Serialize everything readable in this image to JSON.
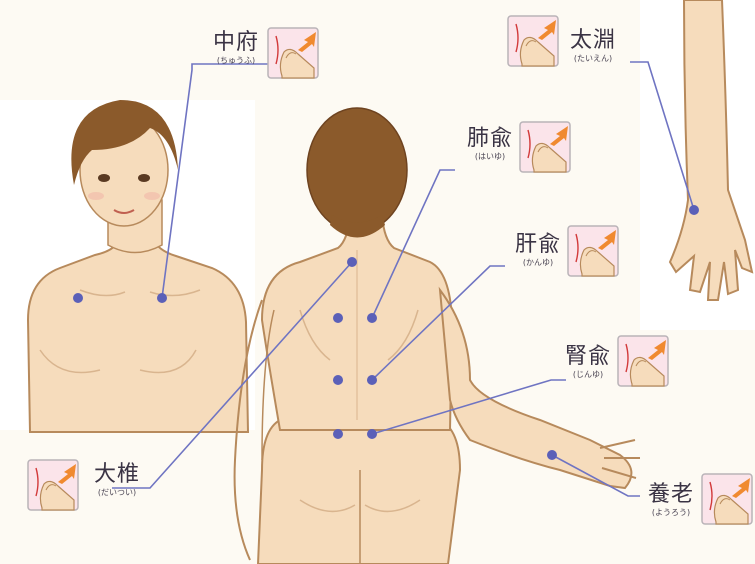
{
  "points": [
    {
      "id": "chufu",
      "name": "中府",
      "reading": "(ちゅうふ)"
    },
    {
      "id": "taien",
      "name": "太淵",
      "reading": "(たいえん)"
    },
    {
      "id": "haiyu",
      "name": "肺兪",
      "reading": "(はいゆ)"
    },
    {
      "id": "kanyu",
      "name": "肝兪",
      "reading": "(かんゆ)"
    },
    {
      "id": "jinyu",
      "name": "腎兪",
      "reading": "(じんゆ)"
    },
    {
      "id": "daitsui",
      "name": "大椎",
      "reading": "(だいつい)"
    },
    {
      "id": "yorou",
      "name": "養老",
      "reading": "(ようろう)"
    }
  ],
  "colors": {
    "skin": "#f6dcbc",
    "outline": "#b78a5c",
    "hair": "#8b5a2b",
    "leader": "#6f74c2",
    "dot": "#5b60b8",
    "panel": "#fbe4ea",
    "arrow": "#f08a30"
  },
  "icon": "press-finger-icon"
}
